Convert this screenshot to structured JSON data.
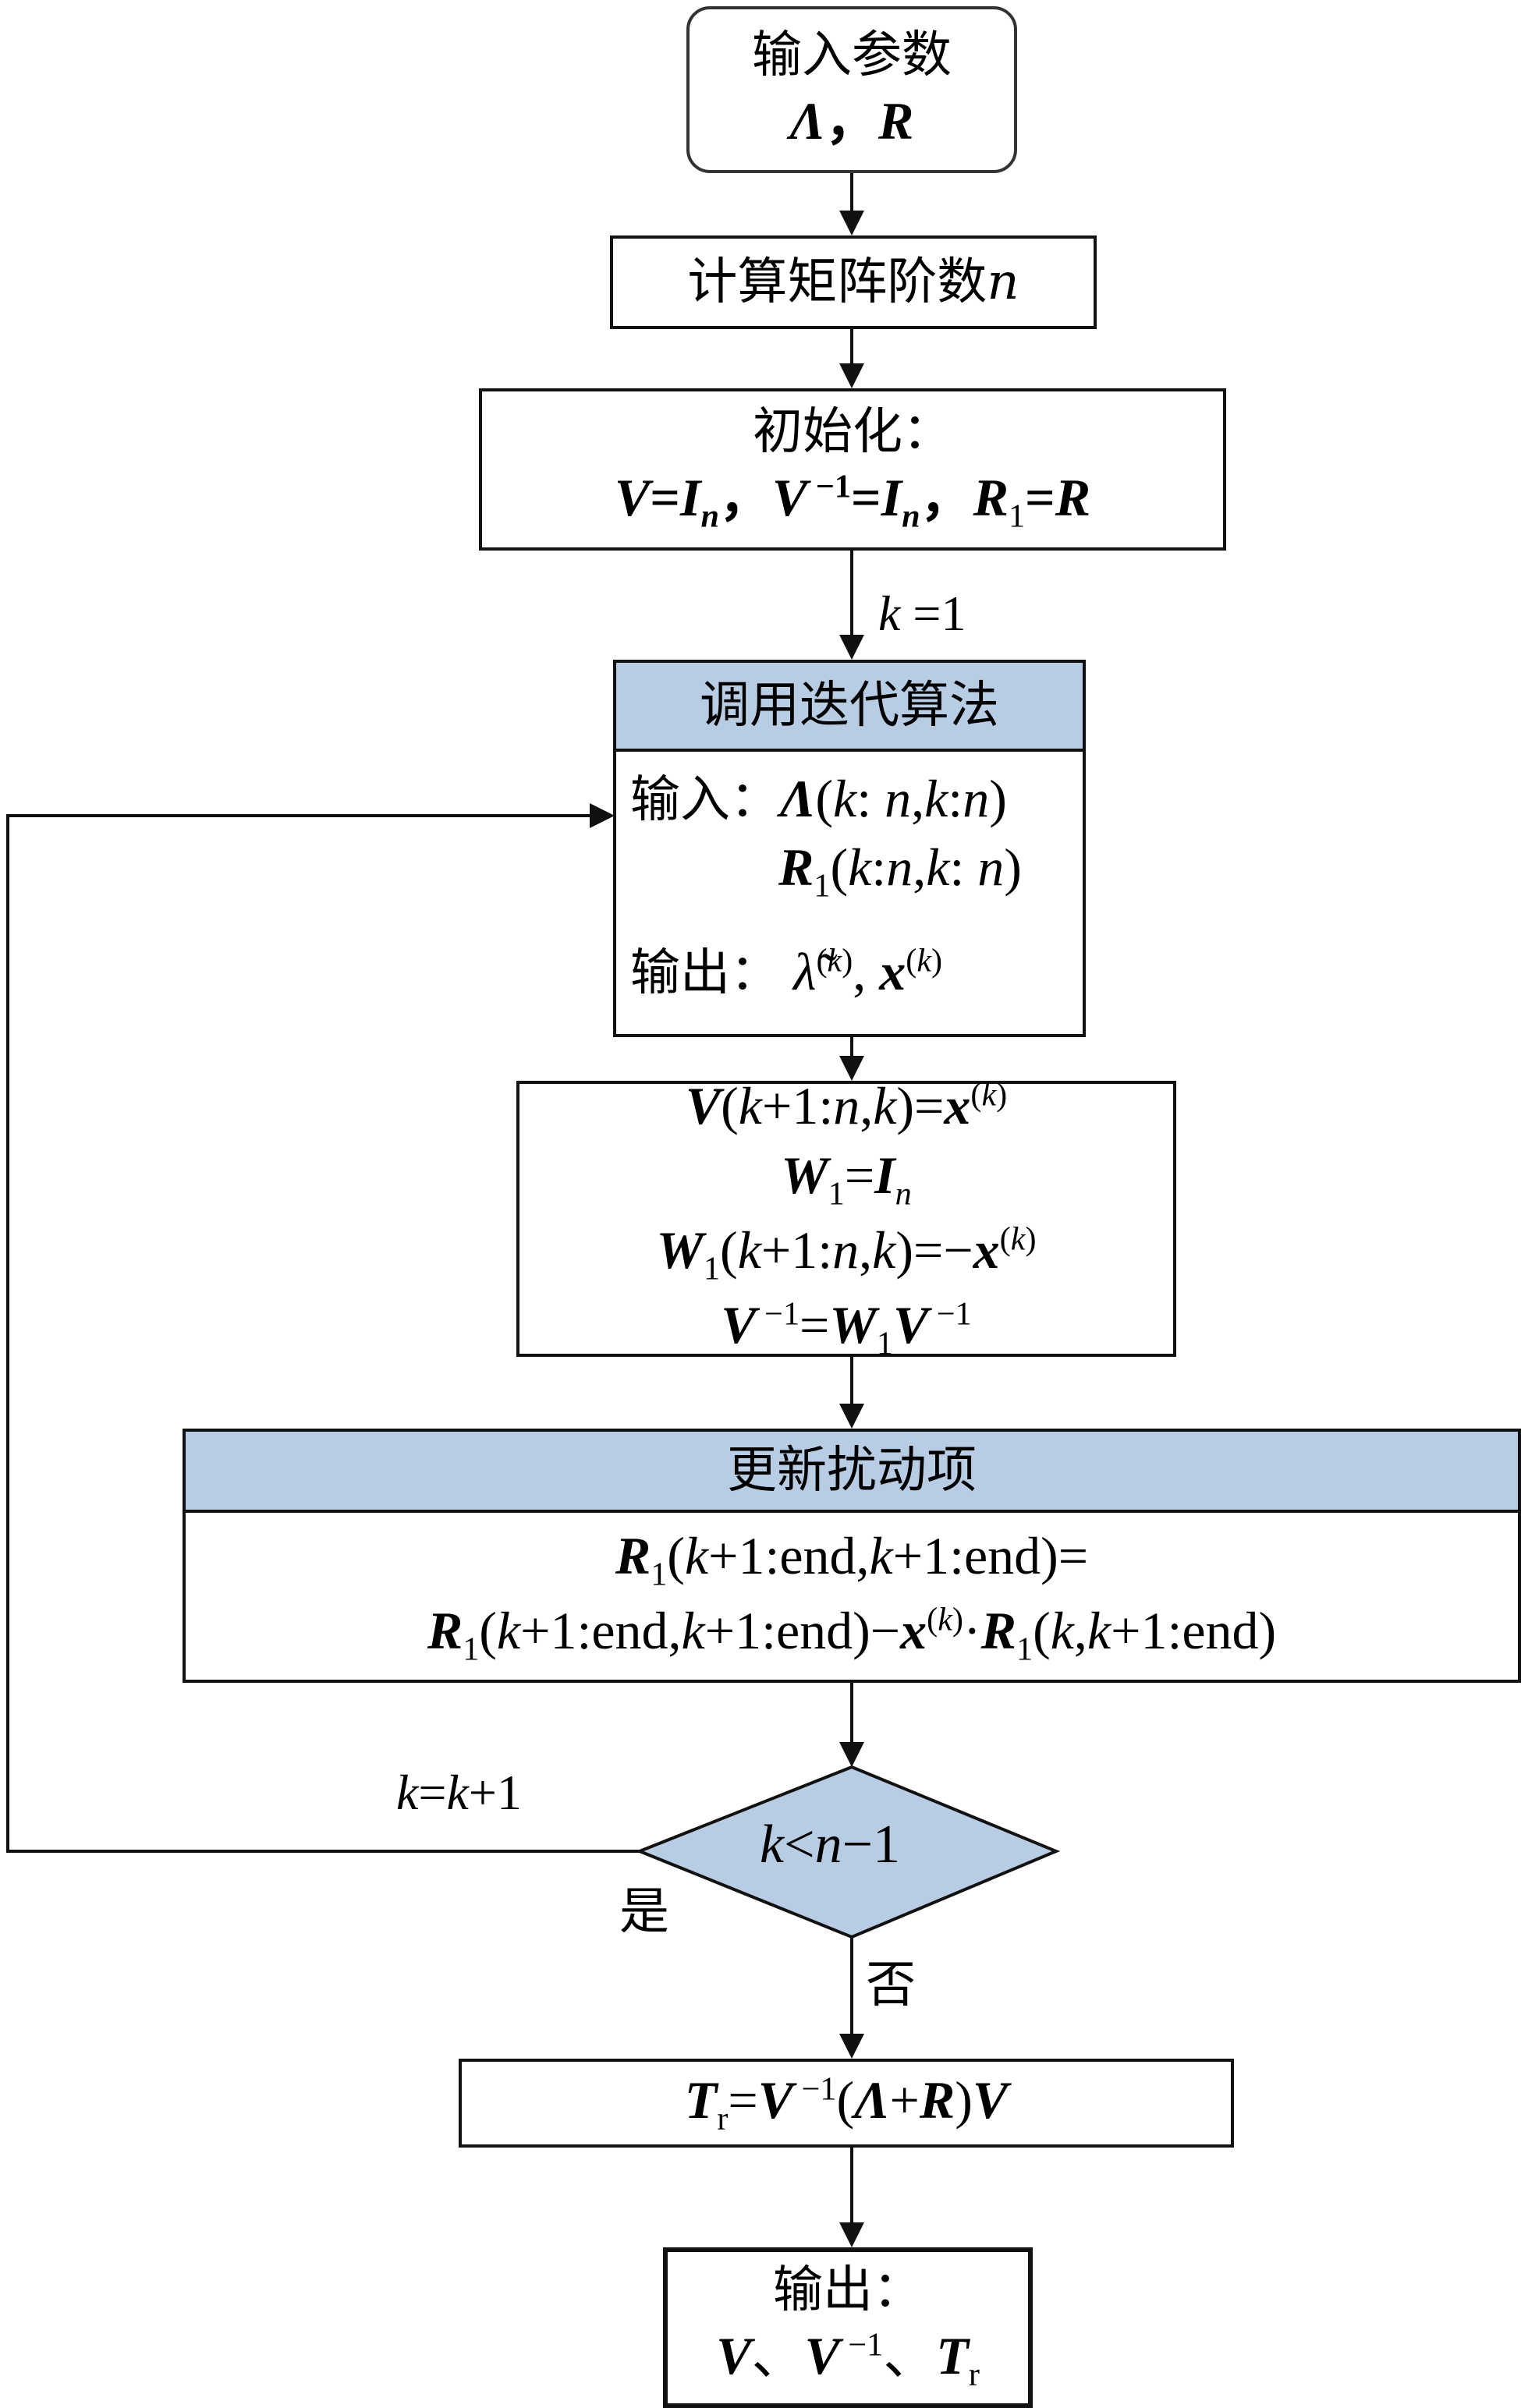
{
  "start": {
    "title": "输入参数",
    "params": "Λ，R"
  },
  "calc_order": {
    "text": "计算矩阵阶数n"
  },
  "init": {
    "title": "初始化：",
    "formula": "V=In，V−1=In，R1=R"
  },
  "loop_start_label": "k =1",
  "iter": {
    "header": "调用迭代算法",
    "input_label": "输入：",
    "input_line1": "Λ(k: n,k:n)",
    "input_line2": "R1(k:n,k: n)",
    "output_label": "输出：",
    "output_formula": "λ̃(k), x(k)"
  },
  "update_v": {
    "line1": "V(k+1:n,k)=x(k)",
    "line2": "W1=In",
    "line3": "W1(k+1:n,k)=−x(k)",
    "line4": "V−1=W1V−1"
  },
  "perturb": {
    "header": "更新扰动项",
    "line1": "R1(k+1:end,k+1:end)=",
    "line2": "R1(k+1:end,k+1:end)−x(k)·R1(k,k+1:end)"
  },
  "decision": {
    "condition": "k<n−1",
    "yes": "是",
    "no": "否",
    "increment": "k=k+1"
  },
  "compute_tr": {
    "formula": "Tr=V−1(Λ+R)V"
  },
  "output": {
    "title": "输出：",
    "formula": "V、V−1、Tr"
  },
  "colors": {
    "header_fill": "#b8cce4",
    "decision_fill": "#b8cce4",
    "stroke": "#111111"
  }
}
